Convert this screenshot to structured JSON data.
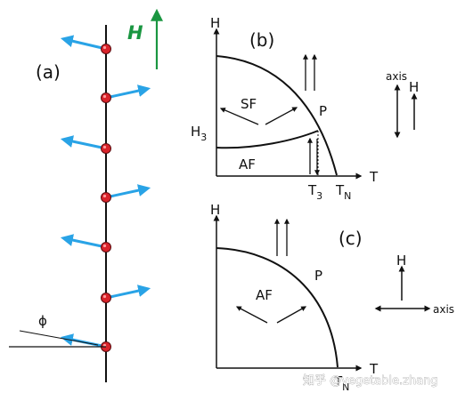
{
  "panel_a": {
    "label": "(a)",
    "field_label": "H",
    "angle_label": "ϕ",
    "colors": {
      "spin_arrow": "#29a3e6",
      "atom": "#d8232a",
      "field_arrow": "#1a9641"
    },
    "spins": [
      {
        "direction": "left"
      },
      {
        "direction": "right"
      },
      {
        "direction": "left"
      },
      {
        "direction": "right"
      },
      {
        "direction": "left"
      },
      {
        "direction": "right"
      },
      {
        "direction": "left"
      }
    ]
  },
  "panel_b": {
    "label": "(b)",
    "h_axis": "H",
    "t_axis": "T",
    "h3_label": "H",
    "h3_sub": "3",
    "t3_label": "T",
    "t3_sub": "3",
    "tn_label": "T",
    "tn_sub": "N",
    "phases": {
      "sf": "SF",
      "af": "AF",
      "p": "P"
    },
    "axis_note": "axis",
    "field_note": "H"
  },
  "panel_c": {
    "label": "(c)",
    "h_axis": "H",
    "t_axis": "T",
    "tn_label": "T",
    "tn_sub": "N",
    "phases": {
      "af": "AF",
      "p": "P"
    },
    "axis_note": "axis",
    "field_note": "H"
  },
  "watermark": "知乎 @vegetable.zhang"
}
